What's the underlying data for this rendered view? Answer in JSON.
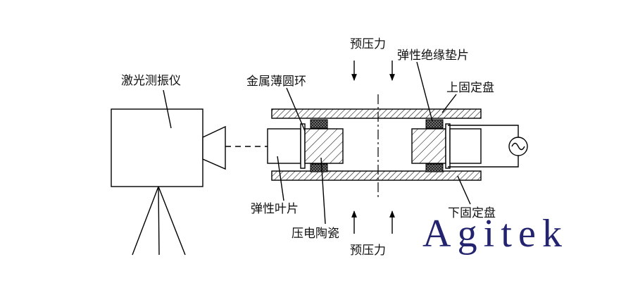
{
  "labels": {
    "vibrometer": "激光测振仪",
    "metal_ring": "金属薄圆环",
    "preload_top": "预压力",
    "insulating_pad": "弹性绝缘垫片",
    "upper_plate": "上固定盘",
    "elastic_blade": "弹性叶片",
    "piezo_ceramic": "压电陶瓷",
    "preload_bottom": "预压力",
    "lower_plate": "下固定盘"
  },
  "logo": {
    "text": "Agitek",
    "color": "#23236f"
  },
  "colors": {
    "line": "#000000",
    "pad": "#1a1a1a"
  },
  "icons": {
    "ac_source": "ac-source-icon"
  }
}
